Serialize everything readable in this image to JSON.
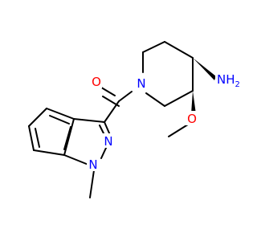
{
  "molecule": {
    "colors": {
      "bond": "#000000",
      "oxygen": "#ff0000",
      "nitrogen": "#0000ff",
      "background": "#ffffff"
    },
    "atoms": {
      "carbonyl_oxygen": "O",
      "piperidine_nitrogen": "N",
      "amine": "NH",
      "amine_subscript": "2",
      "methoxy_oxygen": "O",
      "indazole_n2": "N",
      "indazole_n1": "N"
    }
  }
}
